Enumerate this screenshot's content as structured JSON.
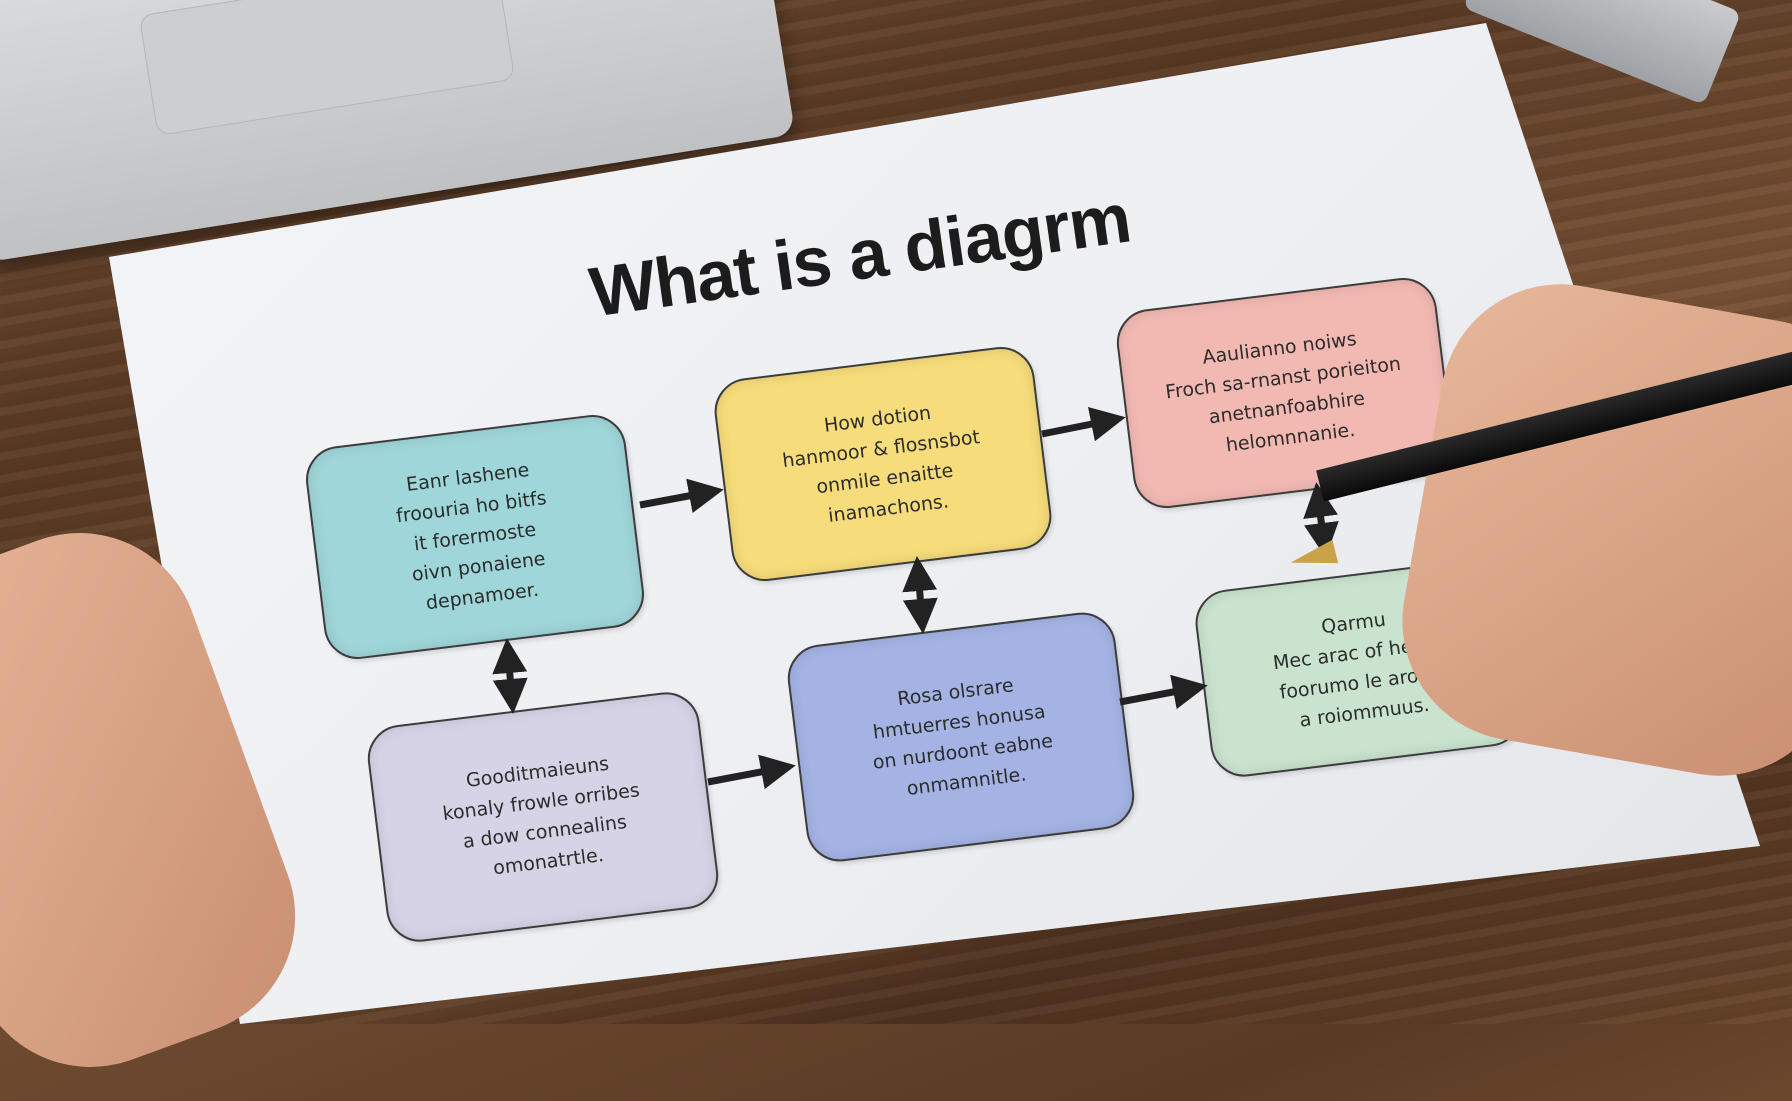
{
  "title": "What is a diagrm",
  "boxes": [
    {
      "color": "#9fd6d9",
      "lines": [
        "Eanr lashene",
        "froouria ho bitfs",
        "it forermoste",
        "oivn ponaiene",
        "depnamoer."
      ]
    },
    {
      "color": "#f6dc7a",
      "lines": [
        "How dotion",
        "hanmoor & flosnsbot",
        "onmile enaitte",
        "inamachons."
      ]
    },
    {
      "color": "#f2b9b2",
      "lines": [
        "Aaulianno noiws",
        "Froch sa-rnanst porieiton",
        "anetnanfoabhire",
        "helomnnanie."
      ]
    },
    {
      "color": "#d6d3e6",
      "lines": [
        "Gooditmaieuns",
        "konaly frowle orribes",
        "a dow connealins",
        "omonatrtle."
      ]
    },
    {
      "color": "#a4b3e4",
      "lines": [
        "Rosa olsrare",
        "hmtuerres honusa",
        "on nurdoont eabne",
        "onmamnitle."
      ]
    },
    {
      "color": "#c9e3cf",
      "lines": [
        "Qarmu",
        "Mec arac of heats",
        "foorumo le arobo",
        "a roiommuus."
      ]
    }
  ]
}
